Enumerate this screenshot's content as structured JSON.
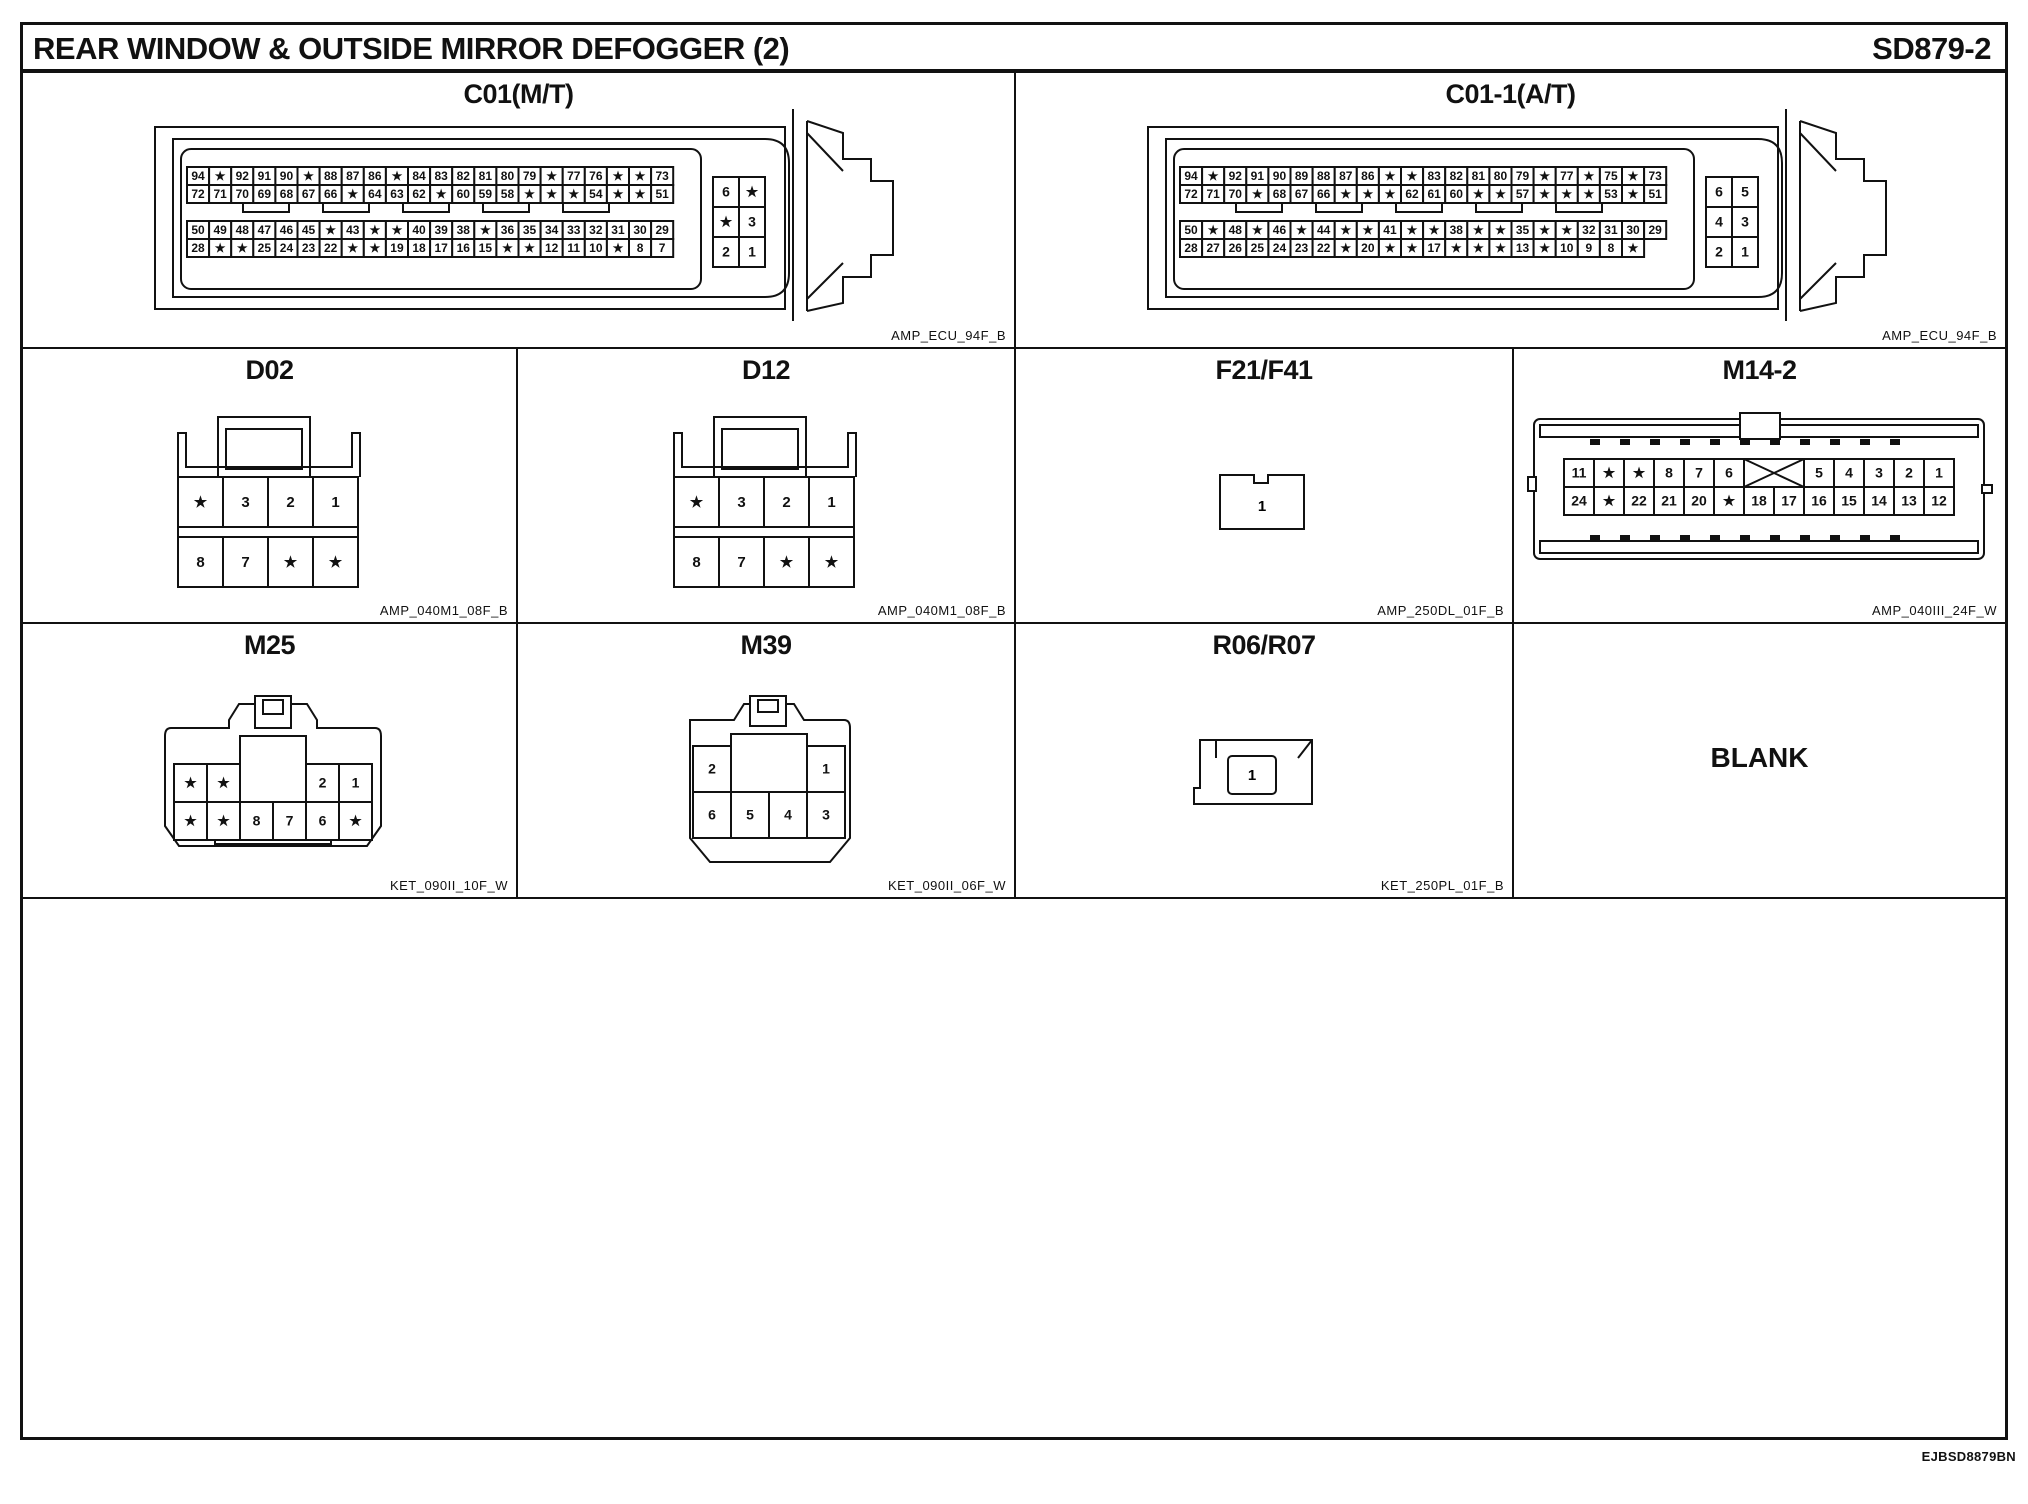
{
  "header": {
    "title": "REAR WINDOW & OUTSIDE MIRROR DEFOGGER (2)",
    "page_code": "SD879-2"
  },
  "connectors": {
    "c01": {
      "label": "C01(M/T)",
      "spec": "AMP_ECU_94F_B",
      "rows": [
        [
          "94",
          "★",
          "92",
          "91",
          "90",
          "★",
          "88",
          "87",
          "86",
          "★",
          "84",
          "83",
          "82",
          "81",
          "80",
          "79",
          "★",
          "77",
          "76",
          "★",
          "★",
          "73"
        ],
        [
          "72",
          "71",
          "70",
          "69",
          "68",
          "67",
          "66",
          "★",
          "64",
          "63",
          "62",
          "★",
          "60",
          "59",
          "58",
          "★",
          "★",
          "★",
          "54",
          "★",
          "★",
          "51"
        ],
        [
          "50",
          "49",
          "48",
          "47",
          "46",
          "45",
          "★",
          "43",
          "★",
          "★",
          "40",
          "39",
          "38",
          "★",
          "36",
          "35",
          "34",
          "33",
          "32",
          "31",
          "30",
          "29"
        ],
        [
          "28",
          "★",
          "★",
          "25",
          "24",
          "23",
          "22",
          "★",
          "★",
          "19",
          "18",
          "17",
          "16",
          "15",
          "★",
          "★",
          "12",
          "11",
          "10",
          "★",
          "8",
          "7"
        ]
      ],
      "small": [
        [
          "6",
          "★"
        ],
        [
          "★",
          "3"
        ],
        [
          "2",
          "1"
        ]
      ]
    },
    "c01_1": {
      "label": "C01-1(A/T)",
      "spec": "AMP_ECU_94F_B",
      "rows": [
        [
          "94",
          "★",
          "92",
          "91",
          "90",
          "89",
          "88",
          "87",
          "86",
          "★",
          "★",
          "83",
          "82",
          "81",
          "80",
          "79",
          "★",
          "77",
          "★",
          "75",
          "★",
          "73"
        ],
        [
          "72",
          "71",
          "70",
          "★",
          "68",
          "67",
          "66",
          "★",
          "★",
          "★",
          "62",
          "61",
          "60",
          "★",
          "★",
          "57",
          "★",
          "★",
          "★",
          "53",
          "★",
          "51"
        ],
        [
          "50",
          "★",
          "48",
          "★",
          "46",
          "★",
          "44",
          "★",
          "★",
          "41",
          "★",
          "★",
          "38",
          "★",
          "★",
          "35",
          "★",
          "★",
          "32",
          "31",
          "30",
          "29"
        ],
        [
          "28",
          "27",
          "26",
          "25",
          "24",
          "23",
          "22",
          "★",
          "20",
          "★",
          "★",
          "17",
          "★",
          "★",
          "★",
          "13",
          "★",
          "10",
          "9",
          "8",
          "★"
        ]
      ],
      "small": [
        [
          "6",
          "5"
        ],
        [
          "4",
          "3"
        ],
        [
          "2",
          "1"
        ]
      ]
    },
    "d02": {
      "label": "D02",
      "spec": "AMP_040M1_08F_B",
      "top": [
        "★",
        "3",
        "2",
        "1"
      ],
      "bottom": [
        "8",
        "7",
        "★",
        "★"
      ]
    },
    "d12": {
      "label": "D12",
      "spec": "AMP_040M1_08F_B",
      "top": [
        "★",
        "3",
        "2",
        "1"
      ],
      "bottom": [
        "8",
        "7",
        "★",
        "★"
      ]
    },
    "f21": {
      "label": "F21/F41",
      "spec": "AMP_250DL_01F_B",
      "pin": "1"
    },
    "m14_2": {
      "label": "M14-2",
      "spec": "AMP_040III_24F_W",
      "top_left": [
        "11",
        "★",
        "★",
        "8",
        "7",
        "6"
      ],
      "top_right": [
        "5",
        "4",
        "3",
        "2",
        "1"
      ],
      "bottom_left": [
        "24",
        "★",
        "22",
        "21",
        "20",
        "★"
      ],
      "bottom_right": [
        "18",
        "17",
        "16",
        "15",
        "14",
        "13",
        "12"
      ]
    },
    "m25": {
      "label": "M25",
      "spec": "KET_090II_10F_W",
      "top": [
        "★",
        "★",
        "",
        "",
        "2",
        "1"
      ],
      "bottom": [
        "★",
        "★",
        "8",
        "7",
        "6",
        "★"
      ]
    },
    "m39": {
      "label": "M39",
      "spec": "KET_090II_06F_W",
      "top": [
        "2",
        "",
        "",
        "1"
      ],
      "bottom": [
        "6",
        "5",
        "4",
        "3"
      ]
    },
    "r06": {
      "label": "R06/R07",
      "spec": "KET_250PL_01F_B",
      "pin": "1"
    }
  },
  "blank_cell": {
    "label": "BLANK"
  },
  "footer": {
    "diagram_id": "EJBSD8879BN"
  }
}
